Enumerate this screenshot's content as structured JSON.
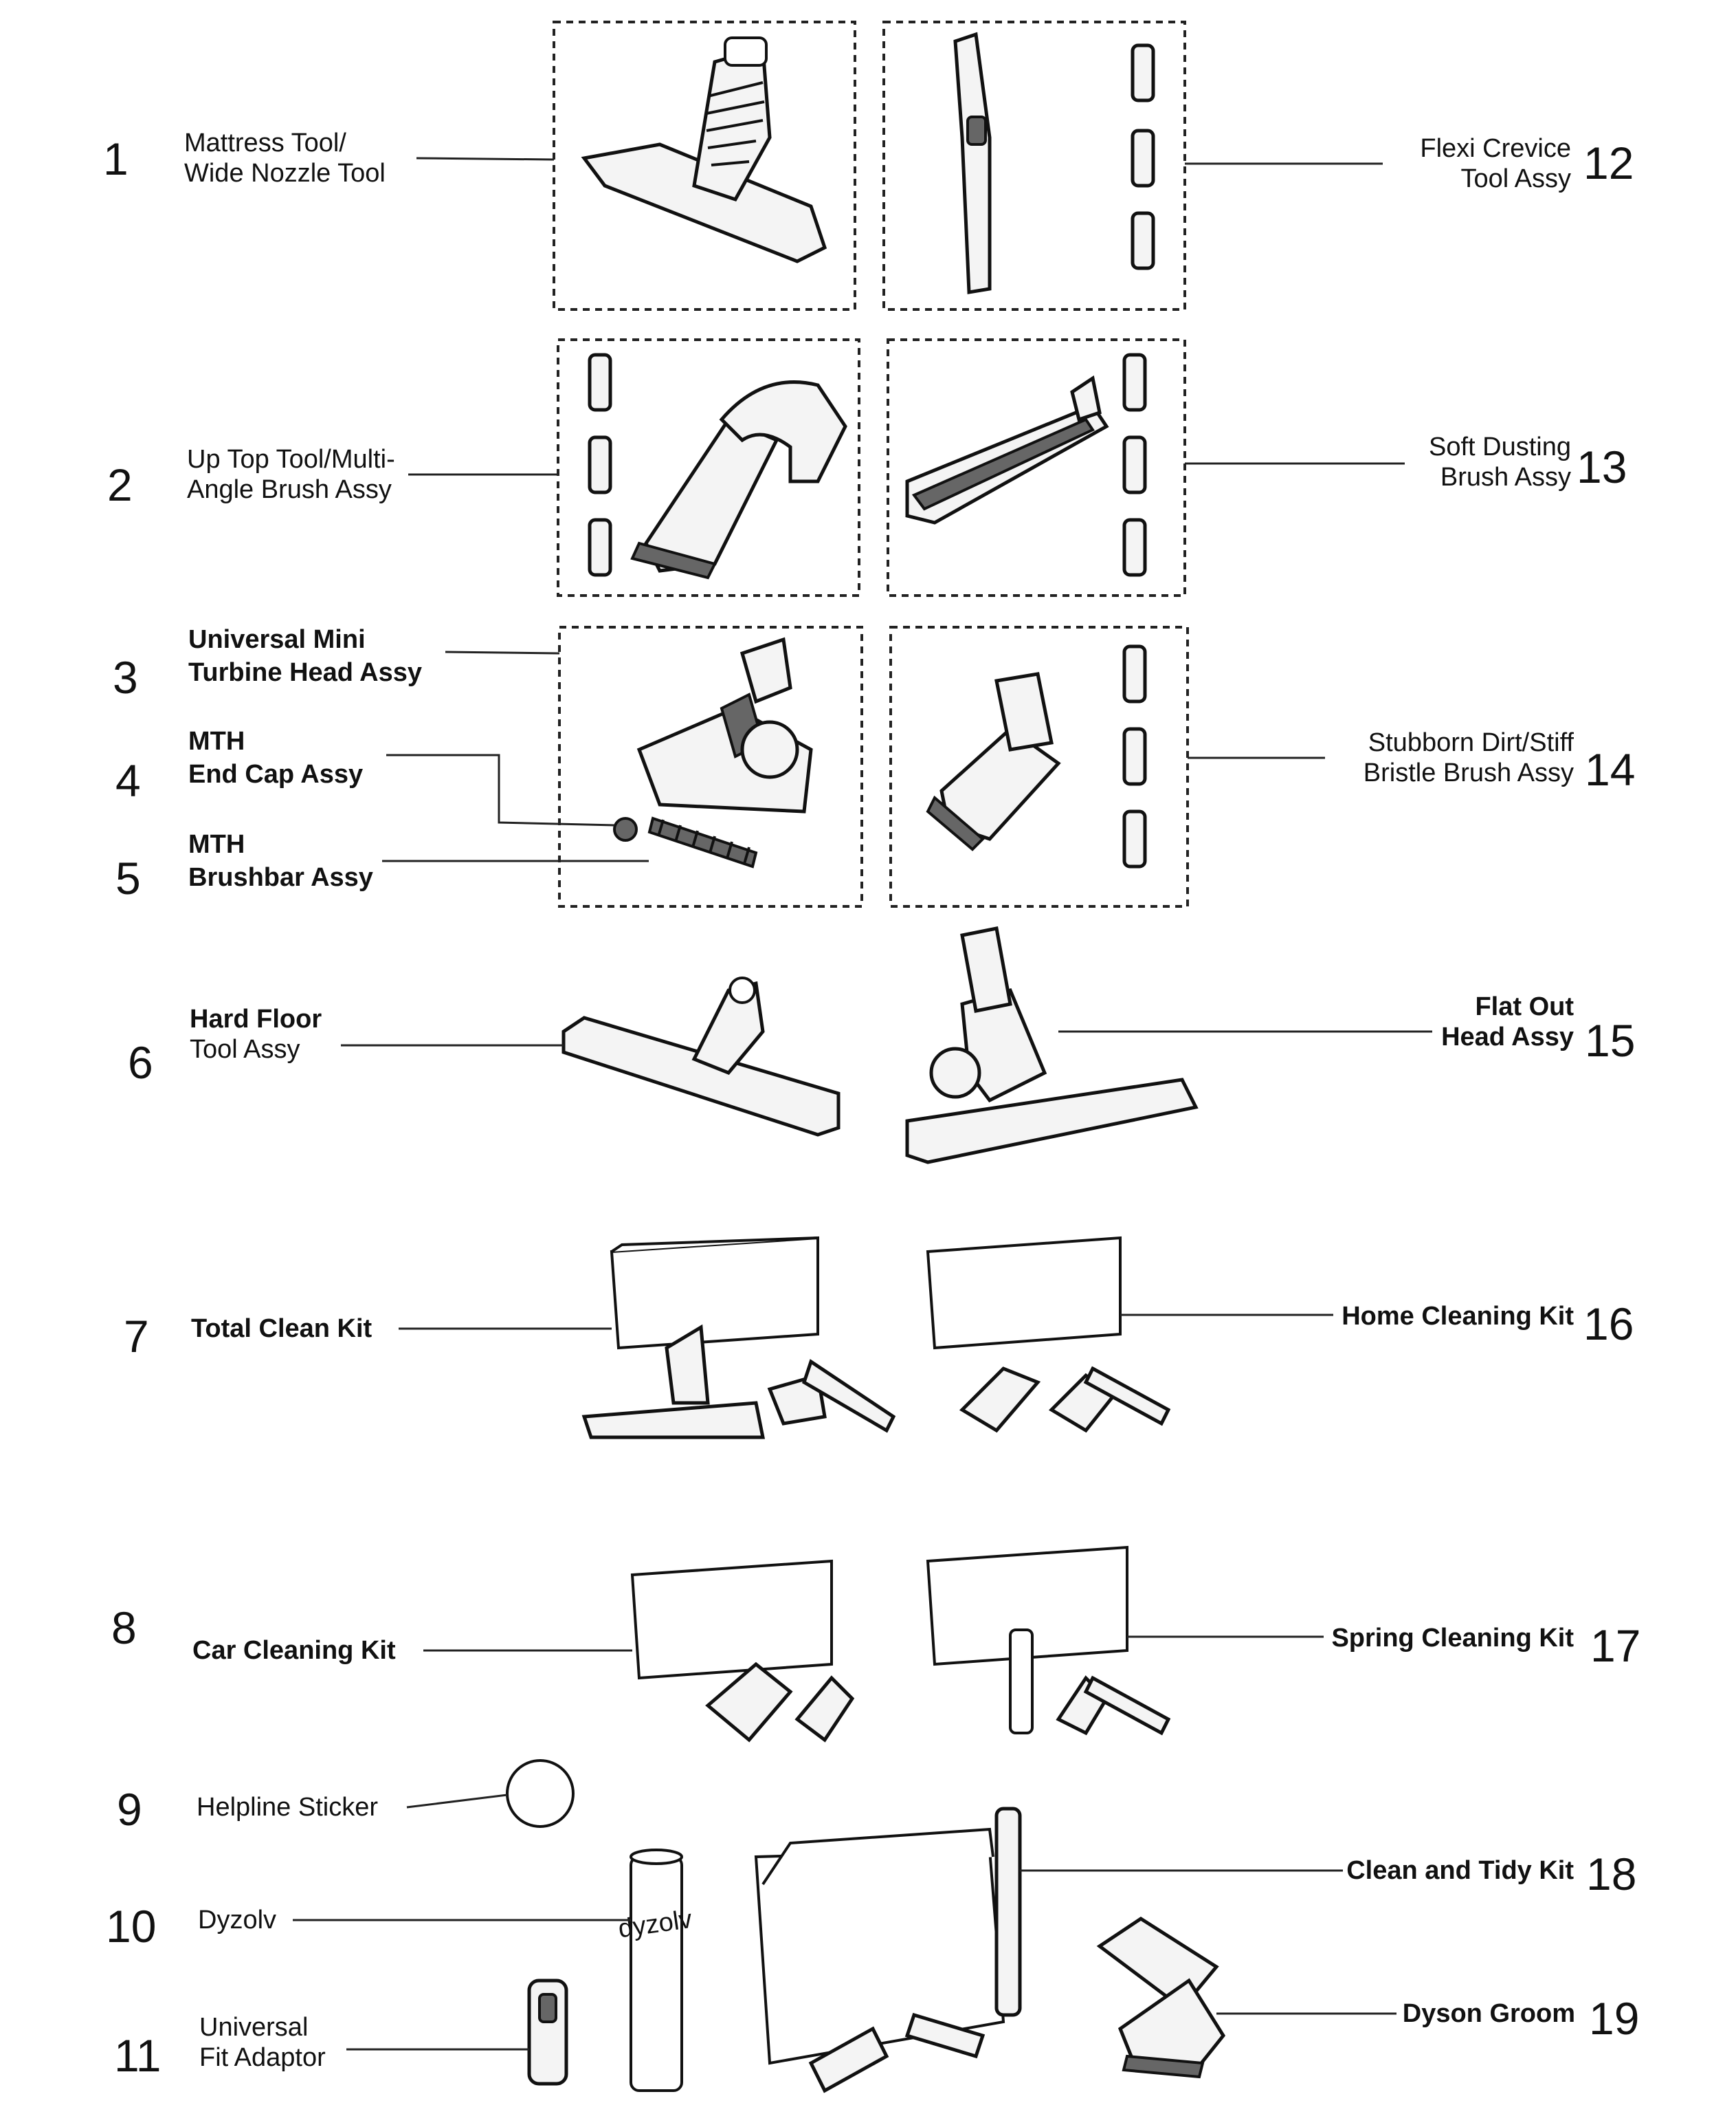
{
  "parts": [
    {
      "num": "1",
      "lines": [
        "Mattress Tool/",
        "Wide Nozzle Tool"
      ],
      "icon": "mattress-tool-icon"
    },
    {
      "num": "2",
      "lines": [
        "Up Top Tool/Multi-",
        "Angle Brush Assy"
      ],
      "icon": "up-top-tool-icon"
    },
    {
      "num": "3",
      "lines": [
        "Universal Mini",
        "Turbine Head Assy"
      ],
      "icon": "mini-turbine-head-icon"
    },
    {
      "num": "4",
      "lines": [
        "MTH",
        "End Cap Assy"
      ],
      "icon": "end-cap-icon"
    },
    {
      "num": "5",
      "lines": [
        "MTH",
        "Brushbar Assy"
      ],
      "icon": "brushbar-icon"
    },
    {
      "num": "6",
      "lines": [
        "Hard Floor",
        "Tool Assy"
      ],
      "icon": "hard-floor-tool-icon"
    },
    {
      "num": "7",
      "lines": [
        "Total Clean Kit"
      ],
      "icon": "total-clean-kit-icon"
    },
    {
      "num": "8",
      "lines": [
        "Car Cleaning Kit"
      ],
      "icon": "car-cleaning-kit-icon"
    },
    {
      "num": "9",
      "lines": [
        "Helpline Sticker"
      ],
      "icon": "helpline-sticker-icon"
    },
    {
      "num": "10",
      "lines": [
        "Dyzolv"
      ],
      "icon": "dyzolv-can-icon"
    },
    {
      "num": "11",
      "lines": [
        "Universal",
        "Fit Adaptor"
      ],
      "icon": "fit-adaptor-icon"
    },
    {
      "num": "12",
      "lines": [
        "Flexi Crevice",
        "Tool Assy"
      ],
      "icon": "flexi-crevice-tool-icon"
    },
    {
      "num": "13",
      "lines": [
        "Soft Dusting",
        "Brush Assy"
      ],
      "icon": "soft-dusting-brush-icon"
    },
    {
      "num": "14",
      "lines": [
        "Stubborn Dirt/Stiff",
        "Bristle Brush Assy"
      ],
      "icon": "stiff-bristle-brush-icon"
    },
    {
      "num": "15",
      "lines": [
        "Flat Out",
        "Head Assy"
      ],
      "icon": "flat-out-head-icon"
    },
    {
      "num": "16",
      "lines": [
        "Home Cleaning Kit"
      ],
      "icon": "home-cleaning-kit-icon"
    },
    {
      "num": "17",
      "lines": [
        "Spring Cleaning Kit"
      ],
      "icon": "spring-cleaning-kit-icon"
    },
    {
      "num": "18",
      "lines": [
        "Clean and Tidy Kit"
      ],
      "icon": "clean-and-tidy-kit-icon"
    },
    {
      "num": "19",
      "lines": [
        "Dyson Groom"
      ],
      "icon": "dyson-groom-icon"
    }
  ],
  "dyzolv_can_text": "dyzolv"
}
